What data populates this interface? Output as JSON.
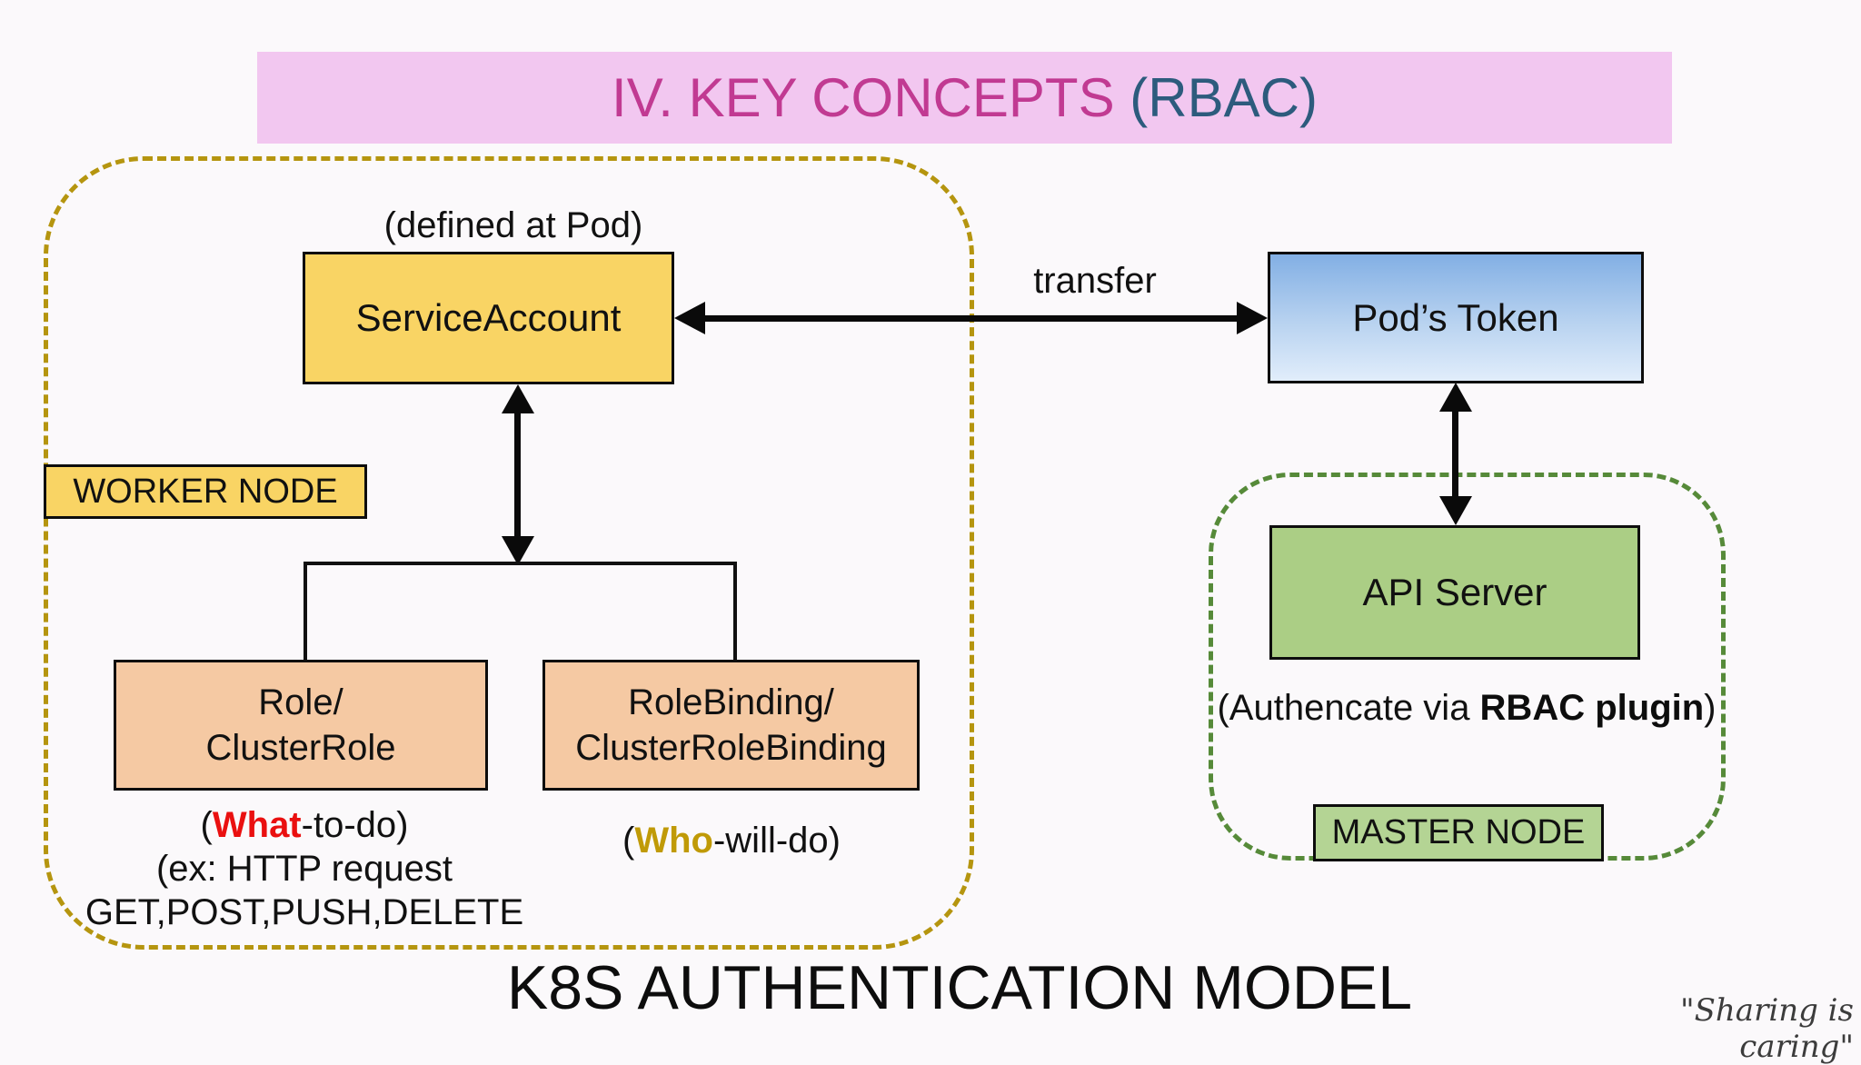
{
  "title": {
    "main": "IV. KEY CONCEPTS ",
    "rbac": "(RBAC)"
  },
  "transfer_label": "transfer",
  "worker": {
    "boundary_label": "WORKER NODE",
    "pod_note": "(defined at Pod)",
    "service_account": "ServiceAccount",
    "role_line1": "Role/",
    "role_line2": "ClusterRole",
    "binding_line1": "RoleBinding/",
    "binding_line2": "ClusterRoleBinding",
    "what_prefix": "(",
    "what_word": "What",
    "what_suffix": "-to-do)",
    "what_ex1": "(ex: HTTP request",
    "what_ex2": "GET,POST,PUSH,DELETE",
    "who_prefix": "(",
    "who_word": "Who",
    "who_suffix": "-will-do)"
  },
  "master": {
    "boundary_label": "MASTER NODE",
    "pods_token": "Pod’s Token",
    "api_server": "API Server",
    "auth_prefix": "(Authencate via ",
    "auth_bold": "RBAC plugin",
    "auth_suffix": ")"
  },
  "footer": {
    "heading": "K8S AUTHENTICATION MODEL",
    "signature": "\"Sharing is caring\""
  },
  "colors": {
    "background": "#fbf9fb",
    "title_bar_bg": "#f2c7f0",
    "title_text": "#c13a92",
    "title_rbac_text": "#2d5b7d",
    "yellow_box": "#f9d464",
    "salmon_box": "#f5c9a3",
    "api_green_box": "#abce85",
    "master_label_green": "#b4d494",
    "token_gradient_top": "#82afe4",
    "token_gradient_bottom": "#e1edfb",
    "worker_dash": "#b5950f",
    "master_dash": "#568a39",
    "what_red": "#ea1010",
    "who_gold": "#c09a07",
    "arrow_black": "#0a0a0a"
  }
}
